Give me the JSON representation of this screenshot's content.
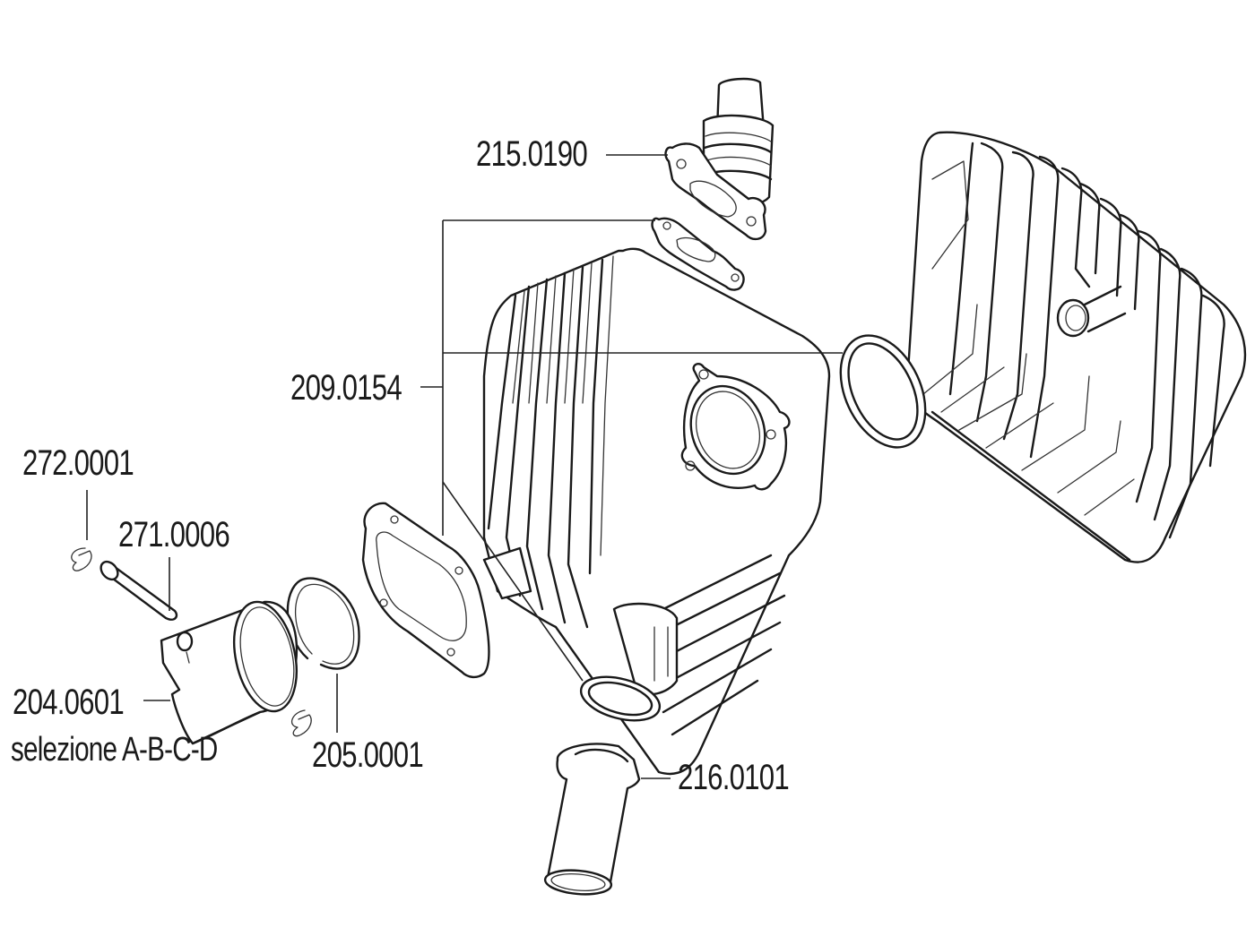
{
  "diagram": {
    "type": "exploded-parts-diagram",
    "subject": "engine cylinder kit",
    "colors": {
      "ink": "#1a1a1a",
      "background": "#ffffff"
    },
    "parts": [
      {
        "id": "intake-manifold",
        "code": "215.0190"
      },
      {
        "id": "gasket-set",
        "code": "209.0154"
      },
      {
        "id": "circlip",
        "code": "272.0001"
      },
      {
        "id": "piston-pin",
        "code": "271.0006"
      },
      {
        "id": "piston",
        "code": "204.0601",
        "note": "selezione A-B-C-D"
      },
      {
        "id": "piston-ring",
        "code": "205.0001"
      },
      {
        "id": "exhaust-stub",
        "code": "216.0101"
      }
    ]
  }
}
